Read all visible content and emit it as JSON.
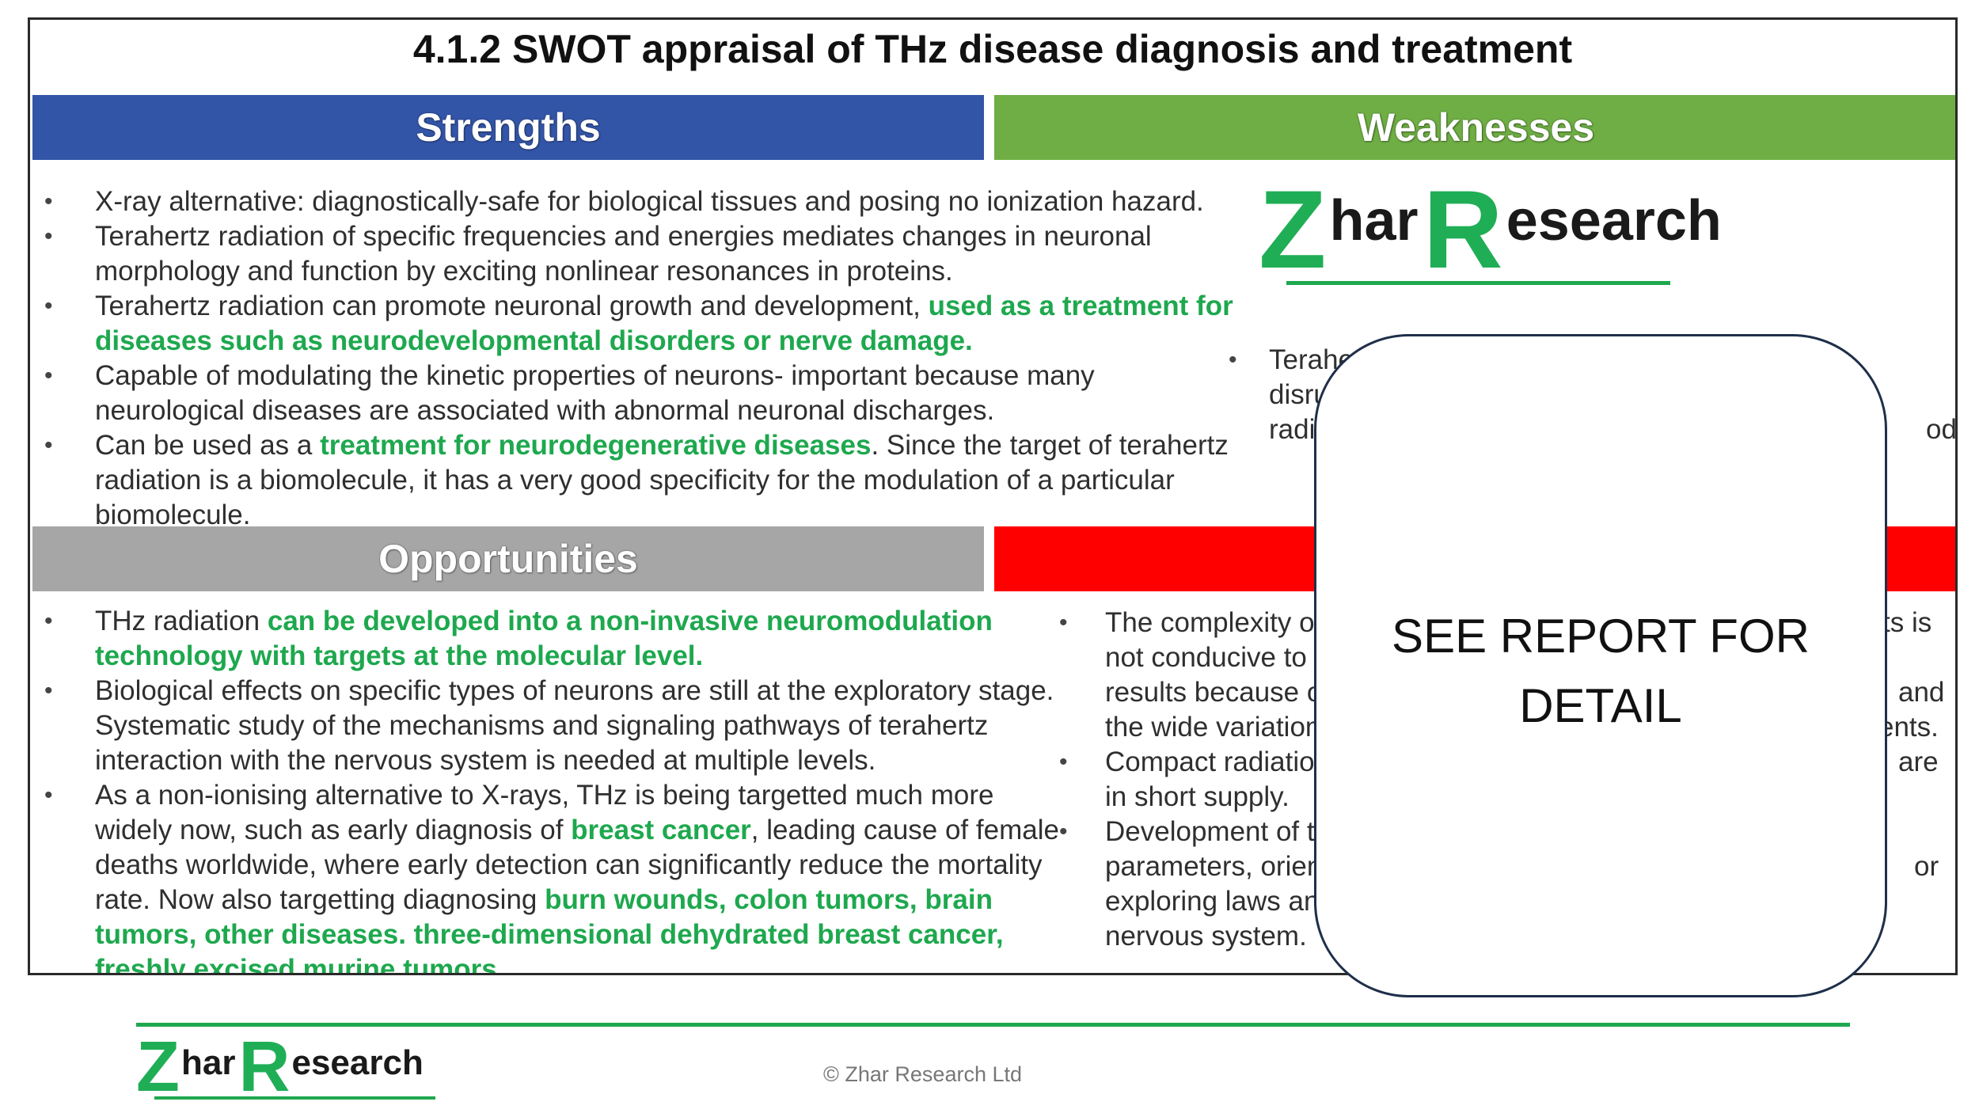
{
  "title": "4.1.2 SWOT appraisal of THz disease diagnosis and treatment",
  "headings": {
    "strengths": "Strengths",
    "weaknesses": "Weaknesses",
    "opportunities": "Opportunities",
    "threats": ""
  },
  "bullet": "•",
  "strengths": [
    {
      "pre": "X-ray alternative: diagnostically-safe for biological tissues and posing no ionization hazard.",
      "hl": "",
      "post": ""
    },
    {
      "pre": "Terahertz radiation of specific frequencies and energies mediates changes in neuronal morphology and function by exciting nonlinear resonances in proteins.",
      "hl": "",
      "post": ""
    },
    {
      "pre": "Terahertz radiation can promote neuronal growth and development, ",
      "hl": "used as a treatment for diseases such as neurodevelopmental disorders or nerve damage.",
      "post": ""
    },
    {
      "pre": "Capable of modulating the kinetic properties of neurons- important because many neurological diseases are associated with abnormal neuronal discharges.",
      "hl": "",
      "post": ""
    },
    {
      "pre": "Can be used as a ",
      "hl": "treatment for neurodegenerative diseases",
      "post": ". Since the target of terahertz radiation is a biomolecule, it has a very good specificity for the modulation of a particular biomolecule."
    }
  ],
  "weaknesses": {
    "lines": [
      "Terahe",
      "disrup",
      "radia"
    ],
    "tail": "od."
  },
  "opportunities": [
    {
      "pre": "THz radiation ",
      "hl": "can be developed into a non-invasive neuromodulation technology with targets at the molecular level.",
      "post": "",
      "hl2": "",
      "post2": ""
    },
    {
      "pre": "Biological effects on specific types of neurons are still at the exploratory stage. Systematic study of the mechanisms and signaling pathways of terahertz interaction with the nervous system is needed at multiple levels.",
      "hl": "",
      "post": "",
      "hl2": "",
      "post2": ""
    },
    {
      "pre": "As a non-ionising alternative to X-rays, THz is being targetted much more widely now, such as early diagnosis of ",
      "hl": "breast cancer",
      "post": ", leading cause of female deaths worldwide, where early detection can significantly reduce the mortality rate. Now also targetting diagnosing ",
      "hl2": "burn wounds, colon tumors, brain tumors, other diseases. three-dimensional dehydrated breast cancer, freshly excised murine tumors.",
      "post2": ""
    }
  ],
  "threats": [
    {
      "lines": [
        "The complexity of",
        "not conducive to a",
        "results because o",
        "the wide variation"
      ]
    },
    {
      "lines": [
        "Compact radiation",
        "in short supply."
      ]
    },
    {
      "lines": [
        "Development of te",
        "parameters, orient",
        "exploring laws and",
        "nervous system."
      ]
    }
  ],
  "threat_tails": [
    "ts is",
    "and",
    "ents.",
    "are",
    "or"
  ],
  "logo": {
    "z": "Z",
    "har": "har",
    "r": "R",
    "esearch": "esearch"
  },
  "overlay": {
    "line1": "SEE REPORT FOR",
    "line2": "DETAIL"
  },
  "copyright": "© Zhar Research Ltd",
  "colors": {
    "strengths": "#3355a8",
    "weaknesses": "#6fae44",
    "opportunities": "#a6a6a6",
    "threats": "#ff0000",
    "highlight": "#1ea84e"
  }
}
